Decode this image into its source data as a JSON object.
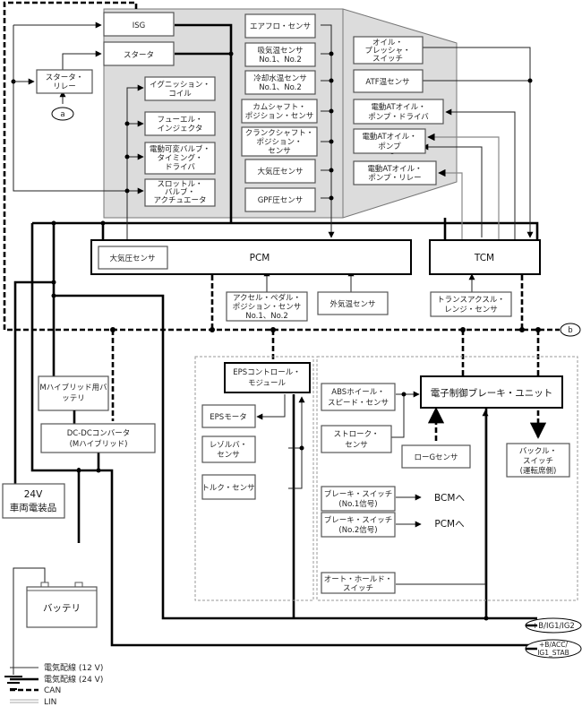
{
  "engine_group": {
    "isg": "ISG",
    "starter": "スタータ",
    "starter_relay": [
      "スタータ・",
      "リレー"
    ],
    "ignition_coil": [
      "イグニッション・",
      "コイル"
    ],
    "fuel_injector": [
      "フューエル・",
      "インジェクタ"
    ],
    "vvt_driver": [
      "電動可変バルブ・",
      "タイミング・",
      "ドライバ"
    ],
    "throttle_actuator": [
      "スロットル・",
      "バルブ・",
      "アクチュエータ"
    ],
    "airflow_sensor": "エアフロ・センサ",
    "intake_temp_sensor": [
      "吸気温センサ",
      "No.1、No.2"
    ],
    "coolant_temp_sensor": [
      "冷却水温センサ",
      "No.1、No.2"
    ],
    "cam_sensor": [
      "カムシャフト・",
      "ポジション・センサ"
    ],
    "crank_sensor": [
      "クランクシャフト・",
      "ポジション・",
      "センサ"
    ],
    "baro_sensor": "大気圧センサ",
    "gpf_sensor": "GPF圧センサ"
  },
  "trans_group": {
    "oil_pressure_switch": [
      "オイル・",
      "プレッシャ・",
      "スイッチ"
    ],
    "atf_temp_sensor": "ATF温センサ",
    "oil_pump_driver": [
      "電動ATオイル・",
      "ポンプ・ドライバ"
    ],
    "oil_pump": [
      "電動ATオイル・",
      "ポンプ"
    ],
    "oil_pump_relay": [
      "電動ATオイル・",
      "ポンプ・リレー"
    ]
  },
  "pcm": {
    "label": "PCM",
    "internal_baro": "大気圧センサ"
  },
  "tcm": {
    "label": "TCM"
  },
  "pcm_inputs": {
    "accel_sensor": [
      "アクセル・ペダル・",
      "ポジション・センサ",
      "No.1、No.2"
    ],
    "ambient_temp": "外気温センサ"
  },
  "tcm_inputs": {
    "range_sensor": [
      "トランスアクスル・",
      "レンジ・センサ"
    ]
  },
  "connectors": {
    "a": "a",
    "b": "b"
  },
  "power_group": {
    "mhybrid_battery": [
      "Mハイブリッド用バ",
      "ッテリ"
    ],
    "dcdc": [
      "DC-DCコンバータ",
      "(Mハイブリッド)"
    ],
    "v24_equipment": [
      "24V",
      "車両電装品"
    ],
    "battery": "バッテリ"
  },
  "eps_group": {
    "eps_module": [
      "EPSコントロール・",
      "モジュール"
    ],
    "eps_motor": "EPSモータ",
    "resolver": [
      "レゾルバ・",
      "センサ"
    ],
    "torque_sensor": "トルク・センサ"
  },
  "brake_group": {
    "ebcu": "電子制御ブレーキ・ユニット",
    "abs_wheel_sensor": [
      "ABSホイール・",
      "スピード・センサ"
    ],
    "stroke_sensor": [
      "ストローク・",
      "センサ"
    ],
    "low_g_sensor": "ローGセンサ",
    "buckle_switch": [
      "バックル・",
      "スイッチ",
      "(運転席側)"
    ],
    "brake_switch_1": [
      "ブレーキ・スイッチ",
      "(No.1信号)"
    ],
    "brake_switch_2": [
      "ブレーキ・スイッチ",
      "(No.2信号)"
    ],
    "to_bcm": "BCMへ",
    "to_pcm": "PCMへ",
    "auto_hold_switch": [
      "オート・ホールド・",
      "スイッチ"
    ]
  },
  "power_sources": {
    "ig1_ig2": "+B/IG1/IG2",
    "acc_stab": [
      "+B/ACC/",
      "IG1_STAB"
    ]
  },
  "legend": [
    {
      "style": "thin",
      "label": "電気配線 (12 V)"
    },
    {
      "style": "thick",
      "label": "電気配線 (24 V)"
    },
    {
      "style": "dashed",
      "label": "CAN"
    },
    {
      "style": "double",
      "label": "LIN"
    }
  ]
}
